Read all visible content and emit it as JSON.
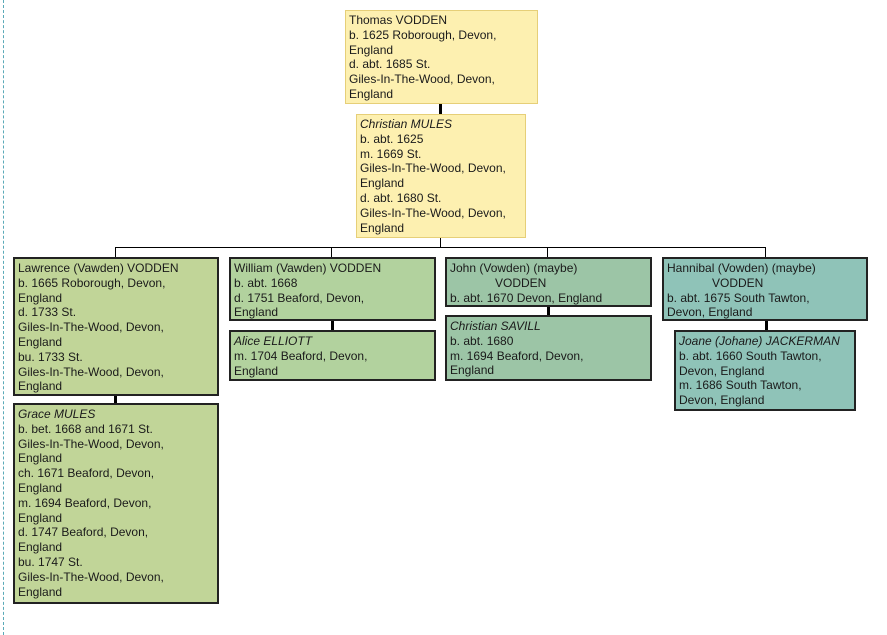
{
  "chart": {
    "root": {
      "name": "Thomas VODDEN",
      "lines": [
        "b. 1625 Roborough, Devon,",
        "England",
        "d. abt. 1685 St.",
        "Giles-In-The-Wood, Devon,",
        "England"
      ]
    },
    "root_spouse": {
      "name": "Christian MULES",
      "lines": [
        "b. abt. 1625",
        "m. 1669 St.",
        "Giles-In-The-Wood, Devon,",
        "England",
        "d. abt. 1680 St.",
        "Giles-In-The-Wood, Devon,",
        "England"
      ]
    },
    "children": [
      {
        "name": "Lawrence (Vawden) VODDEN",
        "lines": [
          "b. 1665 Roborough, Devon,",
          "England",
          "d. 1733 St.",
          "Giles-In-The-Wood, Devon,",
          "England",
          "bu. 1733 St.",
          "Giles-In-The-Wood, Devon,",
          "England"
        ],
        "spouse": {
          "name": "Grace MULES",
          "lines": [
            "b. bet. 1668 and 1671 St.",
            "Giles-In-The-Wood, Devon,",
            "England",
            "ch. 1671 Beaford, Devon,",
            "England",
            "m. 1694 Beaford, Devon,",
            "England",
            "d. 1747 Beaford, Devon,",
            "England",
            "bu. 1747 St.",
            "Giles-In-The-Wood, Devon,",
            "England"
          ]
        }
      },
      {
        "name": "William (Vawden) VODDEN",
        "lines": [
          "b. abt. 1668",
          "d. 1751 Beaford, Devon,",
          "England"
        ],
        "spouse": {
          "name": "Alice ELLIOTT",
          "lines": [
            "m. 1704 Beaford, Devon,",
            "England"
          ]
        }
      },
      {
        "name": "John (Vowden) (maybe)",
        "name_cont": "VODDEN",
        "lines": [
          "b. abt. 1670 Devon, England"
        ],
        "spouse": {
          "name": "Christian SAVILL",
          "lines": [
            "b. abt. 1680",
            "m. 1694 Beaford, Devon,",
            "England"
          ]
        }
      },
      {
        "name": "Hannibal (Vowden) (maybe)",
        "name_cont": "VODDEN",
        "lines": [
          "b. abt. 1675 South Tawton,",
          "Devon, England"
        ],
        "spouse": {
          "name": "Joane (Johane) JACKERMAN",
          "lines": [
            "b. abt. 1660 South Tawton,",
            "Devon, England",
            "m. 1686 South Tawton,",
            "Devon, England"
          ]
        }
      }
    ]
  },
  "colors": {
    "root": "#fdf0b0",
    "child1": "#c1d598",
    "child2": "#b2d29e",
    "child3": "#9cc5a6",
    "child4": "#8fc3b8"
  }
}
